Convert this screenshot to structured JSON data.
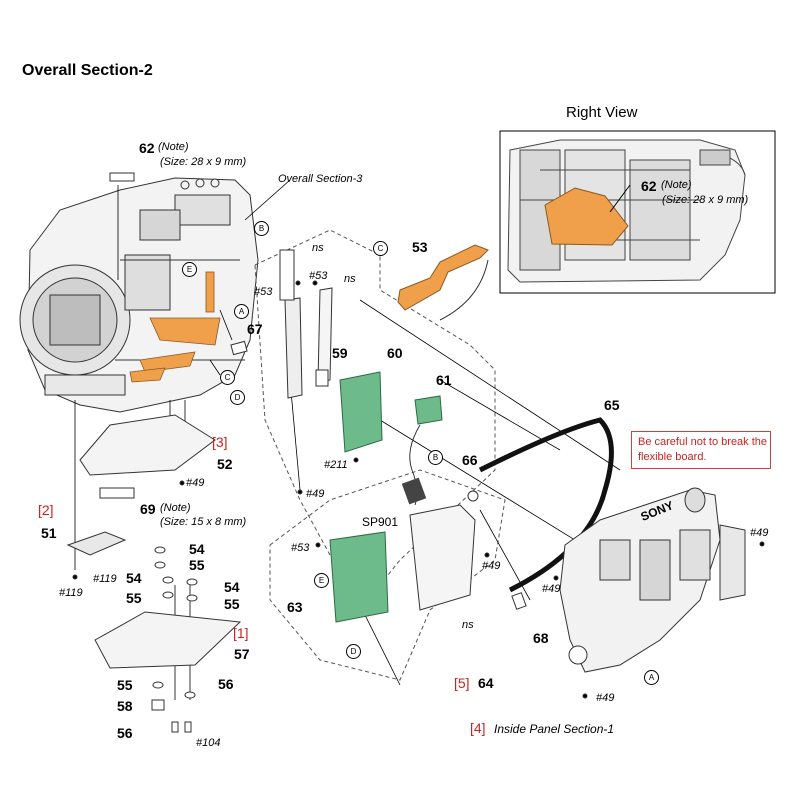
{
  "title": "Overall Section-2",
  "right_view": {
    "title": "Right View",
    "callout_num": "62",
    "callout_note": "(Note)",
    "callout_size": "(Size: 28 x 9 mm)"
  },
  "warning": "Be careful not to break the flexible board.",
  "labels": {
    "l62": "62",
    "l62_note": "(Note)",
    "l62_size": "(Size: 28 x 9 mm)",
    "overall3": "Overall Section-3",
    "l53": "53",
    "l67": "67",
    "l59": "59",
    "l60": "60",
    "l61": "61",
    "l65": "65",
    "l66": "66",
    "l52": "52",
    "l51": "51",
    "l69": "69",
    "l69_note": "(Note)",
    "l69_size": "(Size: 15 x 8 mm)",
    "l54a": "54",
    "l55a": "55",
    "l54b": "54",
    "l55b": "55",
    "l54c": "54",
    "l55c": "55",
    "l57": "57",
    "l55d": "55",
    "l58": "58",
    "l56a": "56",
    "l56b": "56",
    "l63": "63",
    "l64": "64",
    "l68": "68",
    "ns1": "ns",
    "ns2": "ns",
    "ns3": "ns",
    "s53a": "#53",
    "s53b": "#53",
    "s53c": "#53",
    "s211": "#211",
    "s49a": "#49",
    "s49b": "#49",
    "s49c": "#49",
    "s49d": "#49",
    "s49e": "#49",
    "s49f": "#49",
    "s119a": "#119",
    "s119b": "#119",
    "s104": "#104",
    "sp901": "SP901",
    "b3": "[3]",
    "b2": "[2]",
    "b1": "[1]",
    "b5": "[5]",
    "b4": "[4]",
    "inside": "Inside Panel Section-1",
    "brand": "SONY"
  },
  "markers": {
    "A": "A",
    "B": "B",
    "C": "C",
    "D": "D",
    "E": "E"
  },
  "colors": {
    "flex": "#f0a04a",
    "board": "#6dbb8a",
    "red": "#cc2222",
    "line": "#000000"
  }
}
